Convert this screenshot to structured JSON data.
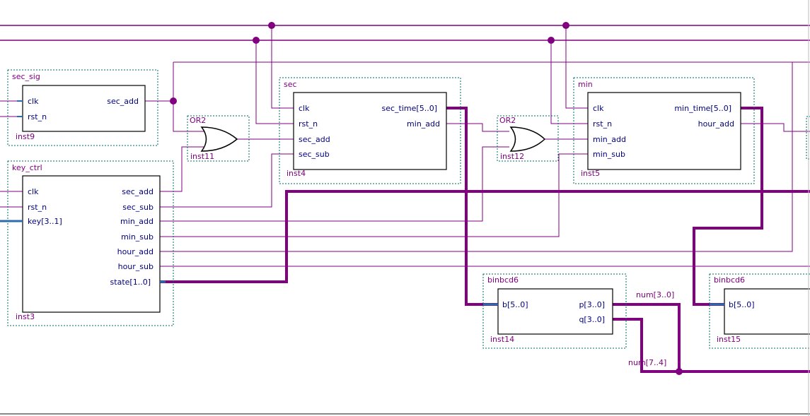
{
  "colors": {
    "wire": "#800080",
    "bus": "#800080",
    "port_text": "#000080",
    "block_border": "#000000",
    "inst_border": "#006b6b",
    "pin_stub": "#2b6cb0"
  },
  "blocks": {
    "sec_sig": {
      "title": "sec_sig",
      "inst": "inst9",
      "inputs": [
        "clk",
        "rst_n"
      ],
      "outputs": [
        "sec_add"
      ]
    },
    "key_ctrl": {
      "title": "key_ctrl",
      "inst": "inst3",
      "inputs": [
        "clk",
        "rst_n",
        "key[3..1]"
      ],
      "outputs": [
        "sec_add",
        "sec_sub",
        "min_add",
        "min_sub",
        "hour_add",
        "hour_sub",
        "state[1..0]"
      ]
    },
    "or_a": {
      "title": "OR2",
      "inst": "inst11"
    },
    "or_b": {
      "title": "OR2",
      "inst": "inst12"
    },
    "sec": {
      "title": "sec",
      "inst": "inst4",
      "inputs": [
        "clk",
        "rst_n",
        "sec_add",
        "sec_sub"
      ],
      "outputs": [
        "sec_time[5..0]",
        "min_add"
      ]
    },
    "min": {
      "title": "min",
      "inst": "inst5",
      "inputs": [
        "clk",
        "rst_n",
        "min_add",
        "min_sub"
      ],
      "outputs": [
        "min_time[5..0]",
        "hour_add"
      ]
    },
    "bin_a": {
      "title": "binbcd6",
      "inst": "inst14",
      "inputs": [
        "b[5..0]"
      ],
      "outputs": [
        "p[3..0]",
        "q[3..0]"
      ]
    },
    "bin_b": {
      "title": "binbcd6",
      "inst": "inst15",
      "inputs": [
        "b[5..0]"
      ]
    }
  },
  "nets": {
    "num_low": "num[3..0]",
    "num_high": "num[7..4]"
  }
}
